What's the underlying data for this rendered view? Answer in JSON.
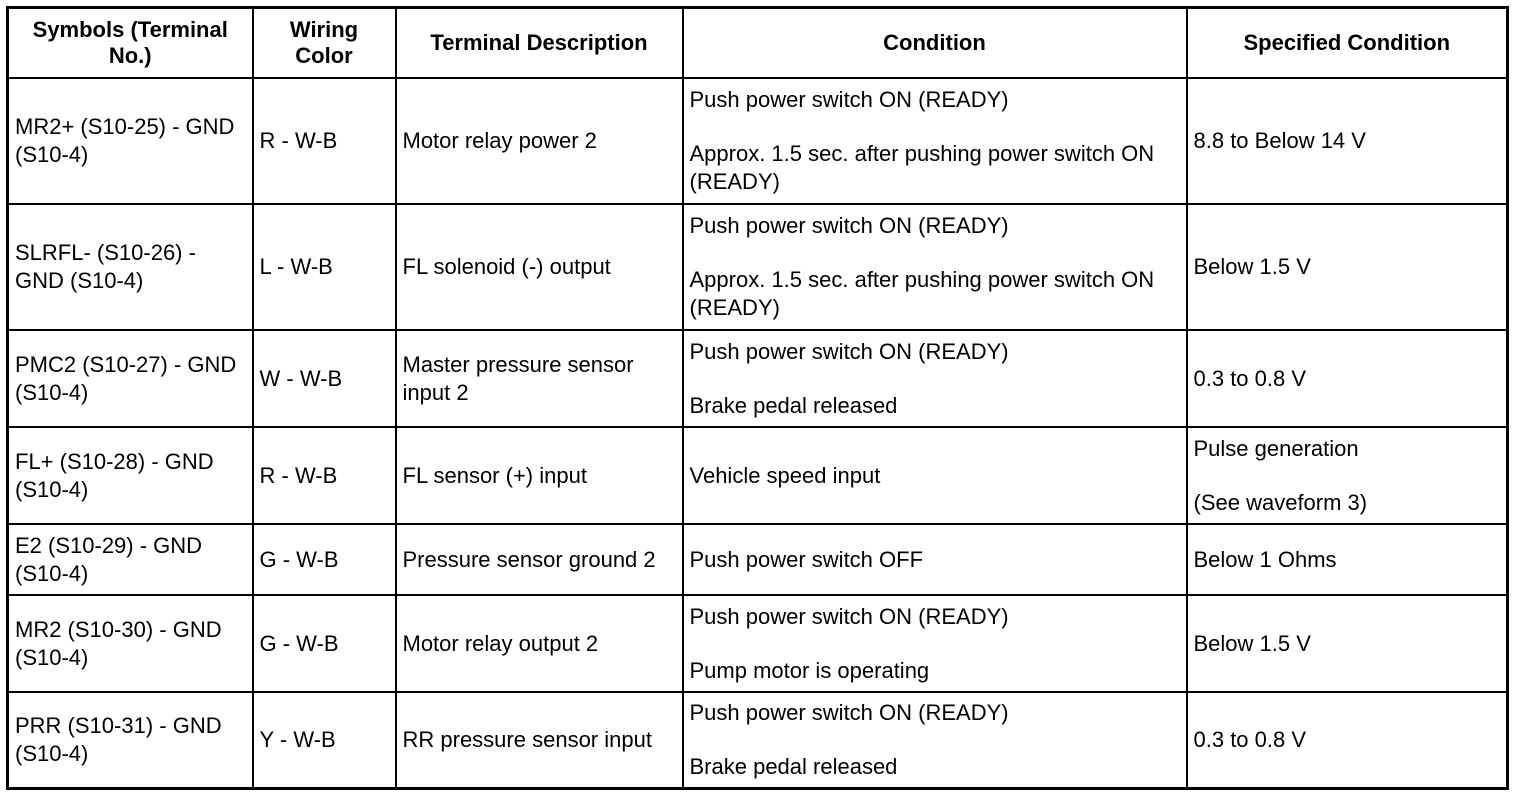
{
  "headers": [
    "Symbols (Terminal No.)",
    "Wiring Color",
    "Terminal Description",
    "Condition",
    "Specified Condition"
  ],
  "rows": [
    {
      "symbol": "MR2+ (S10-25) - GND (S10-4)",
      "wiring": "R - W-B",
      "description": "Motor relay power 2",
      "condition": [
        "Push power switch ON (READY)",
        "Approx. 1.5 sec. after pushing power switch ON (READY)"
      ],
      "specified": [
        "8.8 to Below 14 V"
      ]
    },
    {
      "symbol": "SLRFL- (S10-26) - GND (S10-4)",
      "wiring": "L - W-B",
      "description": "FL solenoid (-) output",
      "condition": [
        "Push power switch ON (READY)",
        "Approx. 1.5 sec. after pushing power switch ON (READY)"
      ],
      "specified": [
        "Below 1.5 V"
      ]
    },
    {
      "symbol": "PMC2 (S10-27) - GND (S10-4)",
      "wiring": "W - W-B",
      "description": "Master pressure sensor input 2",
      "condition": [
        "Push power switch ON (READY)",
        "Brake pedal released"
      ],
      "specified": [
        "0.3 to 0.8 V"
      ]
    },
    {
      "symbol": "FL+ (S10-28) - GND (S10-4)",
      "wiring": "R - W-B",
      "description": "FL sensor (+) input",
      "condition": [
        "Vehicle speed input"
      ],
      "specified": [
        "Pulse generation",
        "(See waveform 3)"
      ]
    },
    {
      "symbol": "E2 (S10-29) - GND (S10-4)",
      "wiring": "G - W-B",
      "description": "Pressure sensor ground 2",
      "condition": [
        "Push power switch OFF"
      ],
      "specified": [
        "Below 1 Ohms"
      ]
    },
    {
      "symbol": "MR2 (S10-30) - GND (S10-4)",
      "wiring": "G - W-B",
      "description": "Motor relay output 2",
      "condition": [
        "Push power switch ON (READY)",
        "Pump motor is operating"
      ],
      "specified": [
        "Below 1.5 V"
      ]
    },
    {
      "symbol": "PRR (S10-31) - GND (S10-4)",
      "wiring": "Y - W-B",
      "description": "RR pressure sensor input",
      "condition": [
        "Push power switch ON (READY)",
        "Brake pedal released"
      ],
      "specified": [
        "0.3 to 0.8 V"
      ]
    }
  ]
}
